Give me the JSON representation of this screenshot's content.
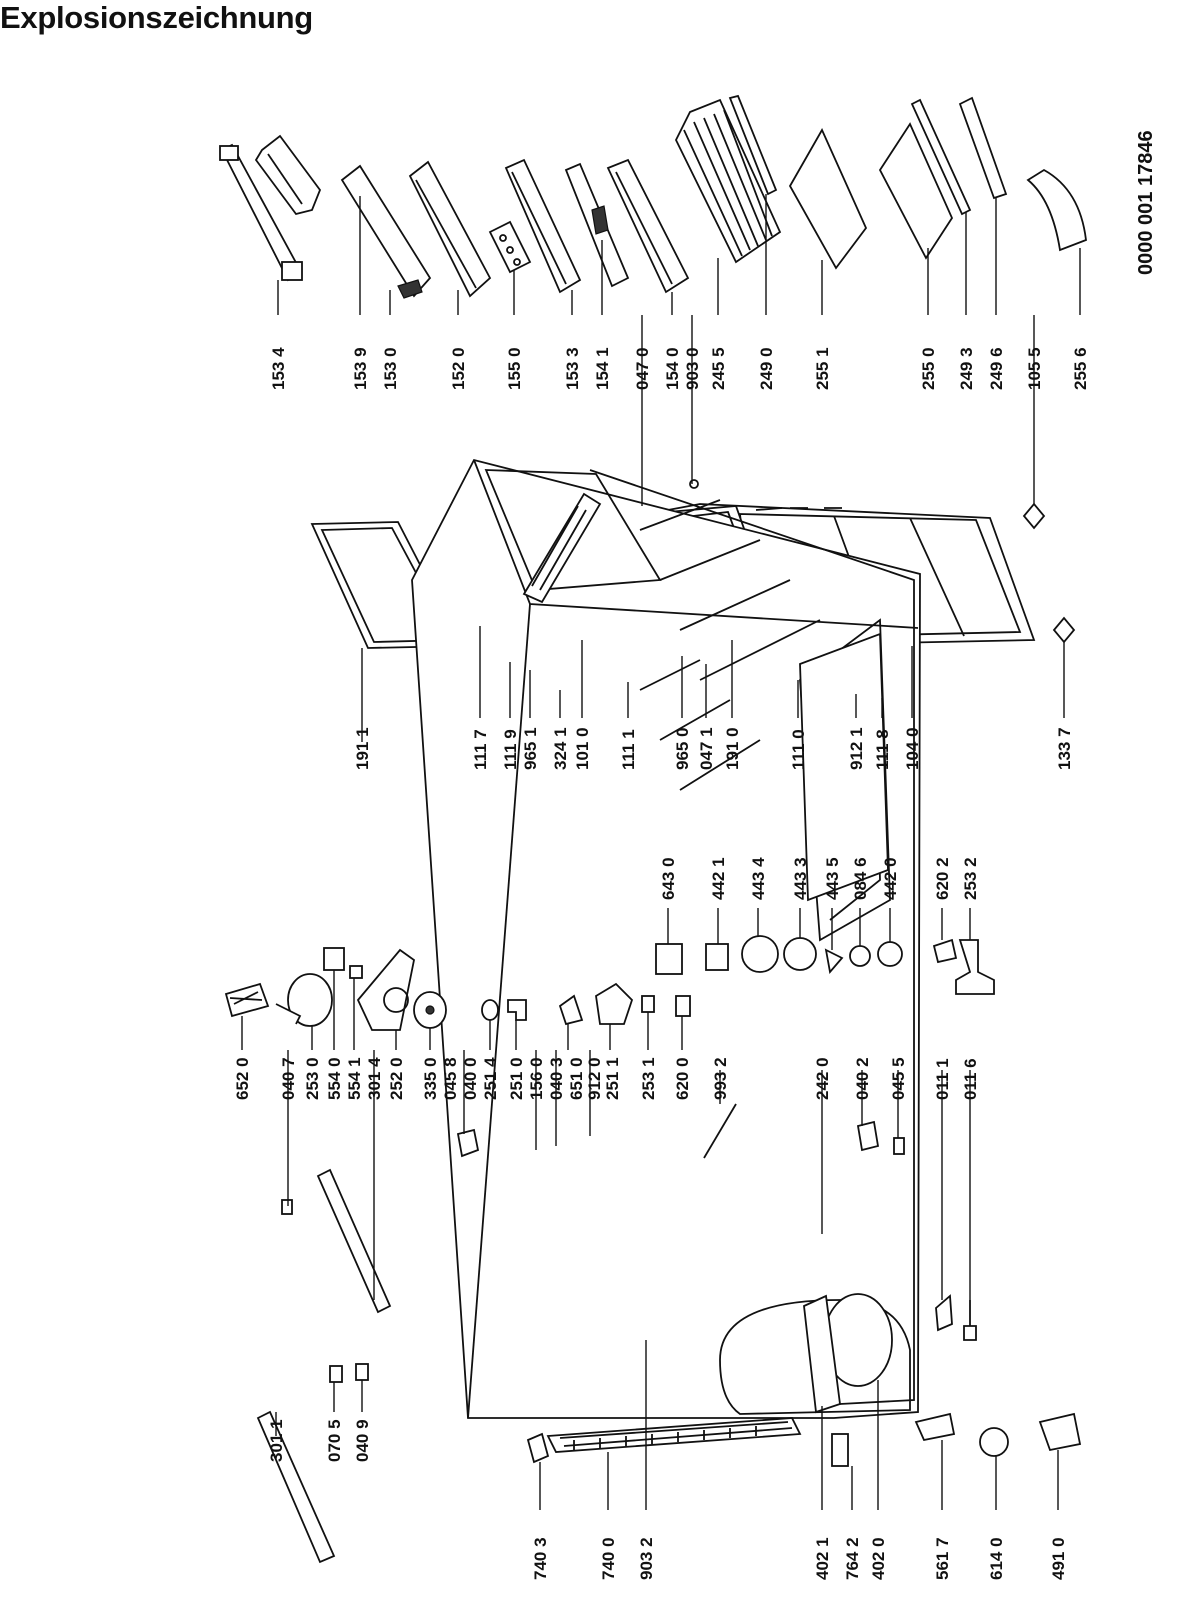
{
  "title": "Explosionszeichnung",
  "doc_number": "0000 001 17846",
  "colors": {
    "ink": "#111111",
    "background": "#ffffff"
  },
  "parts": [
    {
      "code": "153 4"
    },
    {
      "code": "153 9"
    },
    {
      "code": "153 0"
    },
    {
      "code": "152 0"
    },
    {
      "code": "155 0"
    },
    {
      "code": "153 3"
    },
    {
      "code": "154 1"
    },
    {
      "code": "047 0"
    },
    {
      "code": "154 0"
    },
    {
      "code": "903 0"
    },
    {
      "code": "245 5"
    },
    {
      "code": "249 0"
    },
    {
      "code": "255 1"
    },
    {
      "code": "255 0"
    },
    {
      "code": "249 3"
    },
    {
      "code": "249 6"
    },
    {
      "code": "105 5"
    },
    {
      "code": "255 6"
    },
    {
      "code": "191 1"
    },
    {
      "code": "111 7"
    },
    {
      "code": "111 9"
    },
    {
      "code": "965 1"
    },
    {
      "code": "324 1"
    },
    {
      "code": "101 0"
    },
    {
      "code": "111 1"
    },
    {
      "code": "965 0"
    },
    {
      "code": "047 1"
    },
    {
      "code": "191 0"
    },
    {
      "code": "111 0"
    },
    {
      "code": "912 1"
    },
    {
      "code": "111 8"
    },
    {
      "code": "104 0"
    },
    {
      "code": "133 7"
    },
    {
      "code": "652 0"
    },
    {
      "code": "040 7"
    },
    {
      "code": "253 0"
    },
    {
      "code": "554 0"
    },
    {
      "code": "554 1"
    },
    {
      "code": "301 4"
    },
    {
      "code": "252 0"
    },
    {
      "code": "335 0"
    },
    {
      "code": "045 8"
    },
    {
      "code": "040 0"
    },
    {
      "code": "251 4"
    },
    {
      "code": "251 0"
    },
    {
      "code": "156 0"
    },
    {
      "code": "040 3"
    },
    {
      "code": "651 0"
    },
    {
      "code": "912 0"
    },
    {
      "code": "251 1"
    },
    {
      "code": "253 1"
    },
    {
      "code": "620 0"
    },
    {
      "code": "993 2"
    },
    {
      "code": "242 0"
    },
    {
      "code": "040 2"
    },
    {
      "code": "045 5"
    },
    {
      "code": "011 1"
    },
    {
      "code": "011 6"
    },
    {
      "code": "643 0"
    },
    {
      "code": "442 1"
    },
    {
      "code": "443 4"
    },
    {
      "code": "443 3"
    },
    {
      "code": "443 5"
    },
    {
      "code": "084 6"
    },
    {
      "code": "442 0"
    },
    {
      "code": "620 2"
    },
    {
      "code": "253 2"
    },
    {
      "code": "301 1"
    },
    {
      "code": "070 5"
    },
    {
      "code": "040 9"
    },
    {
      "code": "740 3"
    },
    {
      "code": "740 0"
    },
    {
      "code": "903 2"
    },
    {
      "code": "402 1"
    },
    {
      "code": "764 2"
    },
    {
      "code": "402 0"
    },
    {
      "code": "561 7"
    },
    {
      "code": "614 0"
    },
    {
      "code": "491 0"
    }
  ]
}
